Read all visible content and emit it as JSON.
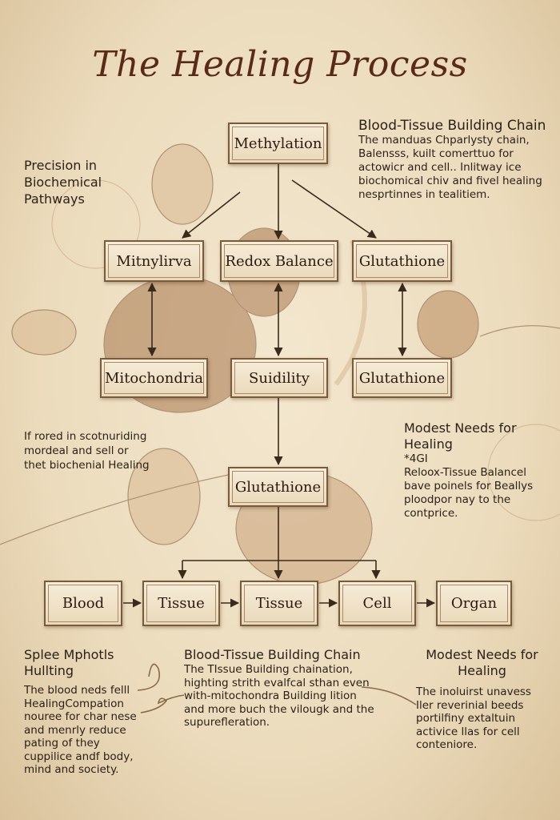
{
  "title": "The Healing Process",
  "nodes": {
    "methylation": "Methylation",
    "mitnylirva": "Mitnylirva",
    "redox": "Redox Balance",
    "glutathione_top": "Glutathione",
    "mitochondria": "Mitochondria",
    "suidility": "Suidility",
    "glutathione_mid": "Glutathione",
    "glutathione_center": "Glutathione"
  },
  "chain": [
    "Blood",
    "Tissue",
    "Tissue",
    "Cell",
    "Organ"
  ],
  "notes": {
    "precision": {
      "heading": "Precision in Biochemical Pathways"
    },
    "top_right": {
      "heading": "Blood-Tissue Building Chain",
      "body": "The manduas Chparlysty chain, Balensss, kuilt comerttuo for actowicr and cell.. Inlitway ice biochomical chiv and fivel healing nesprtinnes in tealitiem."
    },
    "left_mid": {
      "body": "If rored in scotnuriding mordeal and sell or thet biochenial Healing"
    },
    "right_mid": {
      "heading": "Modest Needs for Healing",
      "sub": "*4GI",
      "body": "Reloox-Tissue Balancel bave poinels for Beallys ploodpor nay to the contprice."
    },
    "bottom_left": {
      "heading": "Splee Mphotls Hullting",
      "body": "The blood neds felll HealingCompation nouree for char nese and menrly reduce pating of they cuppilice andf body, mind and society."
    },
    "bottom_center": {
      "heading": "Blood-Tissue Building Chain",
      "body": "The TIssue Building chaination, highting strith evalfcal sthan even with-mitochondra Building lition and more buch the vilougk and the supurefleration."
    },
    "bottom_right": {
      "heading": "Modest Needs for Healing",
      "body": "The inoluirst unavess Iler reverinial beeds portilfiny extaltuin activice llas for cell conteniore."
    }
  },
  "colors": {
    "ink": "#2b2118",
    "title": "#5a2a18",
    "line": "#3a2a1c",
    "parchment": "#efe2c8"
  }
}
